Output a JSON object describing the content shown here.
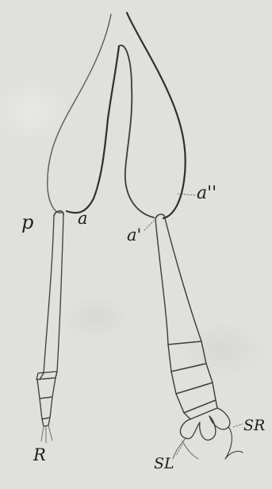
{
  "figure": {
    "labels": {
      "p": "p",
      "a": "a",
      "a_prime": "a'",
      "a_double_prime": "a''",
      "R": "R",
      "SL": "SL",
      "SR": "SR"
    },
    "colors": {
      "ink": "#2a2a2a",
      "fill": "#e0e0dd"
    }
  }
}
